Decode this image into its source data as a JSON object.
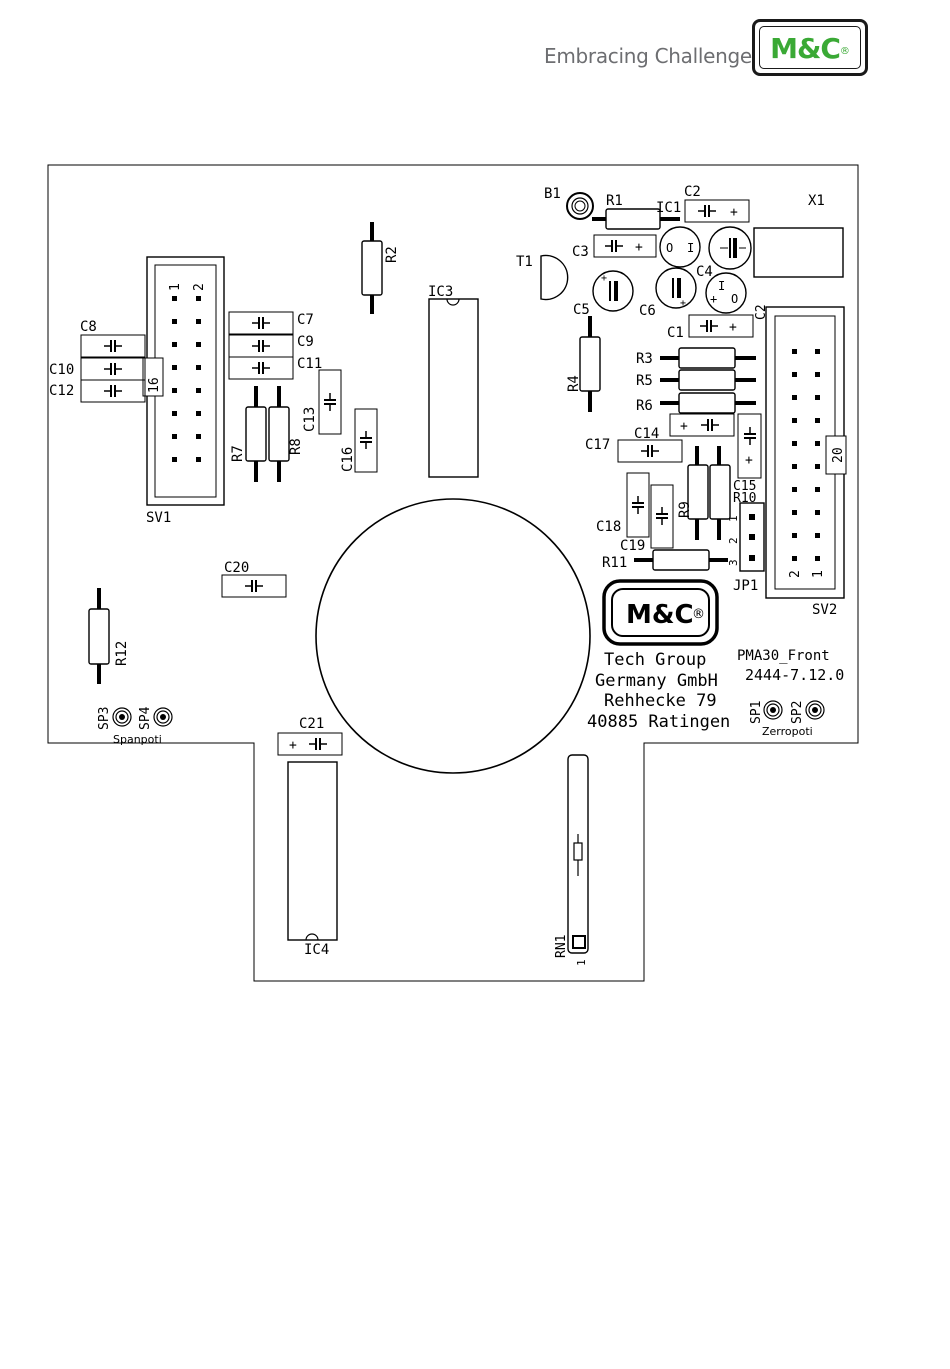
{
  "header": {
    "tagline": "Embracing Challenge",
    "logo_text": "M&C",
    "logo_reg": "®"
  },
  "board": {
    "refs": {
      "b1": "B1",
      "r1": "R1",
      "c2": "C2",
      "ic1": "IC1",
      "x1": "X1",
      "c3": "C3",
      "t1": "T1",
      "c4": "C4",
      "c5": "C5",
      "c6": "C6",
      "c1": "C1",
      "r2": "R2",
      "ic3": "IC3",
      "c7": "C7",
      "c8": "C8",
      "c9": "C9",
      "c10": "C10",
      "c11": "C11",
      "c12": "C12",
      "c13": "C13",
      "c16": "C16",
      "r7": "R7",
      "r8": "R8",
      "sv1": "SV1",
      "r4": "R4",
      "r3": "R3",
      "r5": "R5",
      "r6": "R6",
      "c14": "C14",
      "c17": "C17",
      "c15": "C15",
      "r9": "R9",
      "r10": "R10",
      "c18": "C18",
      "c19": "C19",
      "r11": "R11",
      "jp1": "JP1",
      "sv2": "SV2",
      "c20": "C20",
      "r12": "R12",
      "sp3": "SP3",
      "sp4": "SP4",
      "sp1": "SP1",
      "sp2": "SP2",
      "c21": "C21",
      "ic4": "IC4",
      "rn1": "RN1"
    },
    "pins": {
      "sv1_pin1": "1",
      "sv1_pin2": "2",
      "sv1_pin16": "16",
      "sv2_pin20": "20",
      "sv2_pin2": "2",
      "sv2_pin1": "1",
      "jp1_1": "1",
      "jp1_2": "2",
      "jp1_3": "3",
      "rn1_pin1": "1"
    },
    "polarity": {
      "c2_plus": "+",
      "c3_plus": "+",
      "c1_plus": "+",
      "c14_plus": "+",
      "c15_plus": "+",
      "c21_plus": "+",
      "c5_plus": "+",
      "c6_plus": "+",
      "c4_plus": "+",
      "ic1_o": "O",
      "ic1_i": "I",
      "c4_o": "O",
      "c4_i": "I"
    },
    "silk": {
      "logo": "M&C",
      "logo_reg": "®",
      "address": [
        "Tech Group",
        "Germany GmbH",
        "Rehhecke 79",
        "40885 Ratingen"
      ],
      "part_name": "PMA30_Front",
      "part_number": "2444-7.12.0",
      "spanpoti": "Spanpoti",
      "zerropoti": "Zerropoti"
    }
  }
}
